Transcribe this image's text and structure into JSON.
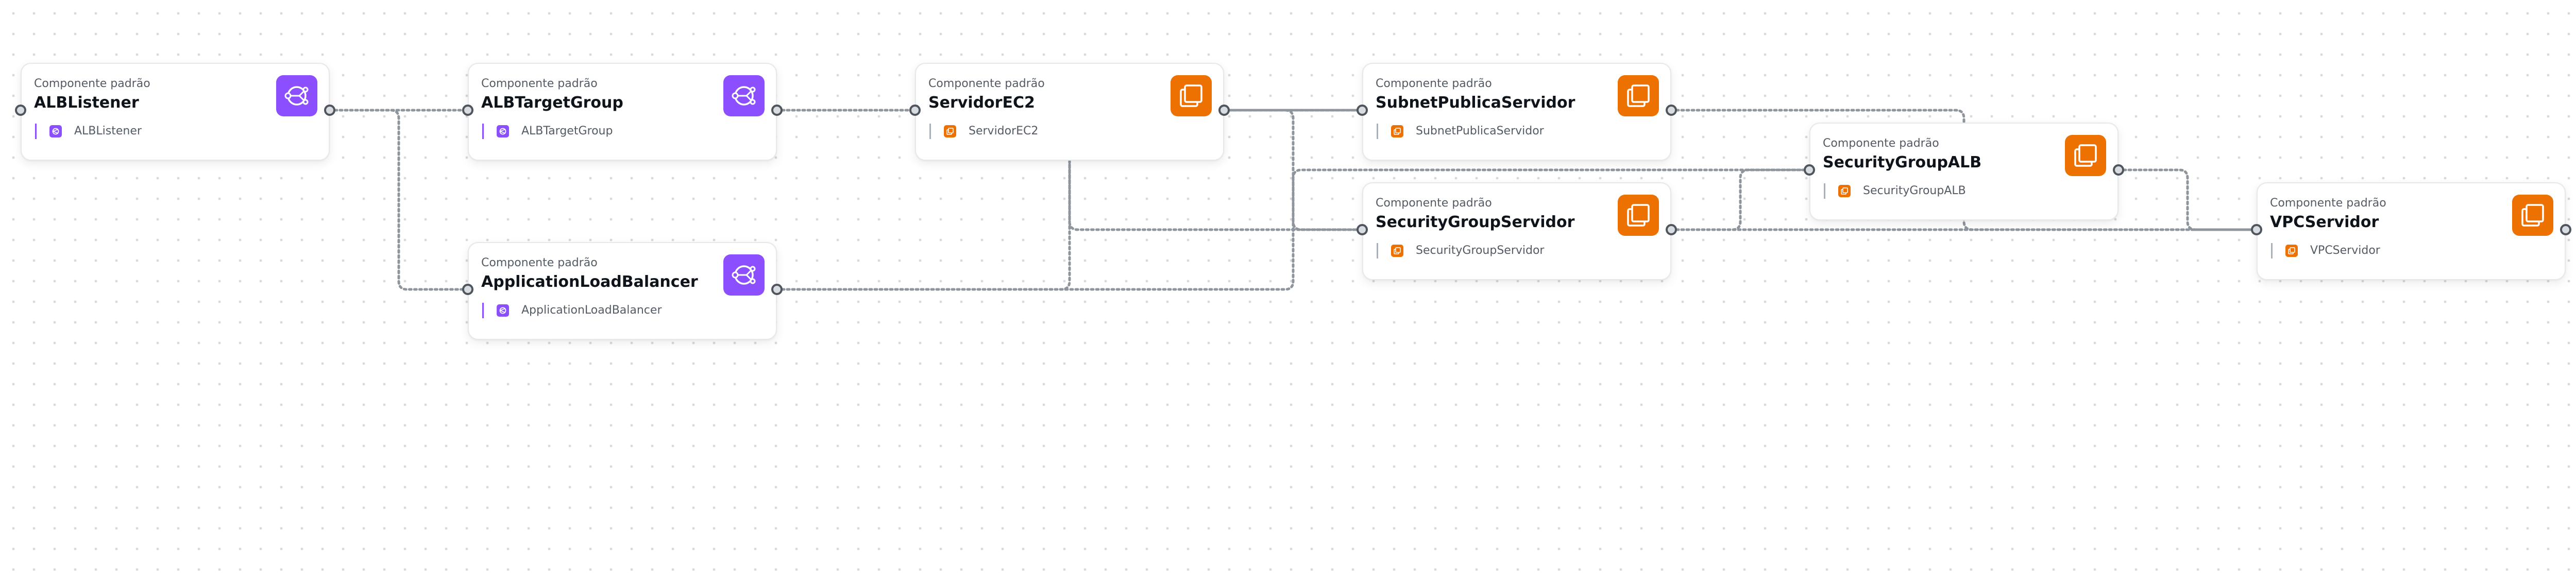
{
  "diagram": {
    "nodes": [
      {
        "id": "alb-listener",
        "kind": "Componente padrão",
        "title": "ALBListener",
        "type_label": "ALBListener",
        "icon": "load-balancer-icon",
        "color": "#8c4fff"
      },
      {
        "id": "alb-target-group",
        "kind": "Componente padrão",
        "title": "ALBTargetGroup",
        "type_label": "ALBTargetGroup",
        "icon": "load-balancer-icon",
        "color": "#8c4fff"
      },
      {
        "id": "application-load-balancer",
        "kind": "Componente padrão",
        "title": "ApplicationLoadBalancer",
        "type_label": "ApplicationLoadBalancer",
        "icon": "load-balancer-icon",
        "color": "#8c4fff"
      },
      {
        "id": "servidor-ec2",
        "kind": "Componente padrão",
        "title": "ServidorEC2",
        "type_label": "ServidorEC2",
        "icon": "ec2-instance-icon",
        "color": "#ed7100"
      },
      {
        "id": "subnet-publica-servidor",
        "kind": "Componente padrão",
        "title": "SubnetPublicaServidor",
        "type_label": "SubnetPublicaServidor",
        "icon": "ec2-instance-icon",
        "color": "#ed7100"
      },
      {
        "id": "security-group-servidor",
        "kind": "Componente padrão",
        "title": "SecurityGroupServidor",
        "type_label": "SecurityGroupServidor",
        "icon": "ec2-instance-icon",
        "color": "#ed7100"
      },
      {
        "id": "security-group-alb",
        "kind": "Componente padrão",
        "title": "SecurityGroupALB",
        "type_label": "SecurityGroupALB",
        "icon": "ec2-instance-icon",
        "color": "#ed7100"
      },
      {
        "id": "vpc-servidor",
        "kind": "Componente padrão",
        "title": "VPCServidor",
        "type_label": "VPCServidor",
        "icon": "ec2-instance-icon",
        "color": "#ed7100"
      }
    ],
    "edges": [
      {
        "from": "alb-listener",
        "to": "alb-target-group"
      },
      {
        "from": "alb-listener",
        "to": "application-load-balancer"
      },
      {
        "from": "alb-target-group",
        "to": "servidor-ec2"
      },
      {
        "from": "alb-target-group",
        "to": "security-group-servidor"
      },
      {
        "from": "servidor-ec2",
        "to": "subnet-publica-servidor"
      },
      {
        "from": "servidor-ec2",
        "to": "security-group-servidor"
      },
      {
        "from": "application-load-balancer",
        "to": "subnet-publica-servidor"
      },
      {
        "from": "application-load-balancer",
        "to": "security-group-alb"
      },
      {
        "from": "subnet-publica-servidor",
        "to": "vpc-servidor"
      },
      {
        "from": "security-group-servidor",
        "to": "security-group-alb"
      },
      {
        "from": "security-group-servidor",
        "to": "vpc-servidor"
      },
      {
        "from": "security-group-alb",
        "to": "vpc-servidor"
      }
    ],
    "edge_color": "#8f959c",
    "port_color": "#4f555c"
  }
}
